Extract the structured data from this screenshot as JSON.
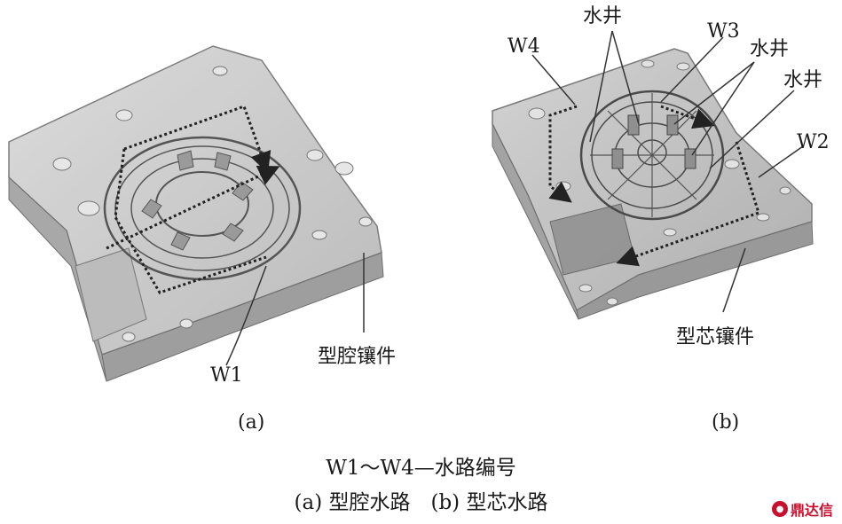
{
  "labels": {
    "a_insert": "型腔镶件",
    "a_w1": "W1",
    "b_insert": "型芯镶件",
    "b_w2": "W2",
    "b_w3": "W3",
    "b_w4": "W4",
    "b_well_1": "水井",
    "b_well_2": "水井",
    "b_well_3": "水井"
  },
  "subfigures": {
    "a": "(a)",
    "b": "(b)"
  },
  "caption": {
    "line1": "W1～W4—水路编号",
    "line2": "(a) 型腔水路　(b) 型芯水路"
  },
  "watermark": {
    "text": "鼎达信",
    "icon": "logo-icon"
  },
  "colors": {
    "mold_fill": "#c9c9c9",
    "mold_stroke": "#6e6e6e",
    "waterway": "#222222"
  }
}
